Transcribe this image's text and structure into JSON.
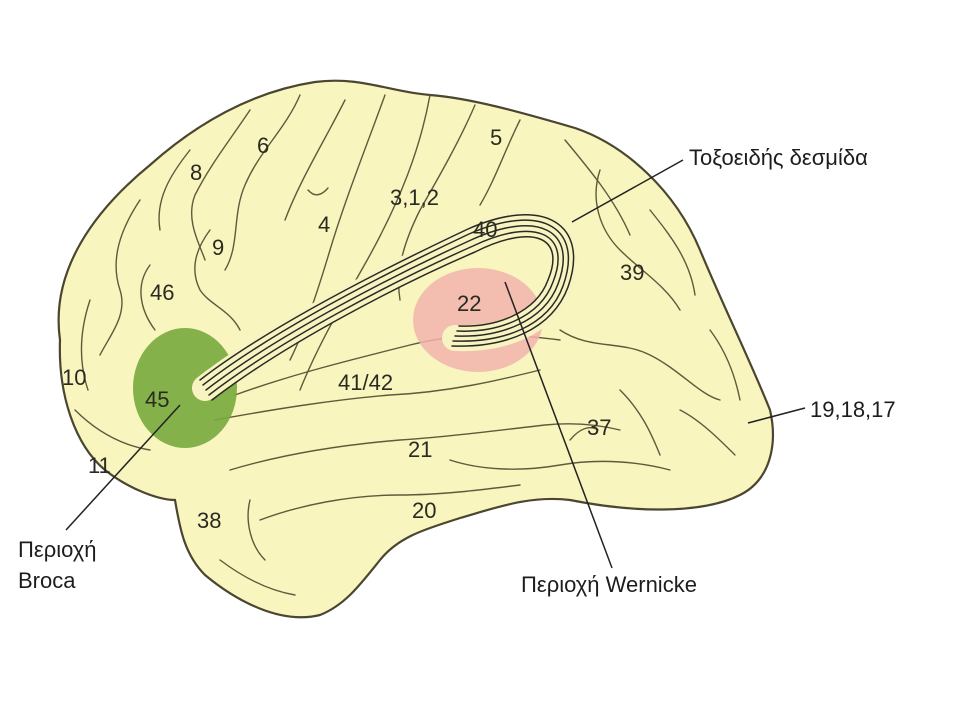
{
  "colors": {
    "brain_fill": "#f8f5bf",
    "brain_outline": "#4a4630",
    "broca": "#78aa3e",
    "wernicke": "#f2b3ac"
  },
  "areas": {
    "a8": "8",
    "a6": "6",
    "a5": "5",
    "a9": "9",
    "a4": "4",
    "a312": "3,1,2",
    "a40": "40",
    "a46": "46",
    "a39": "39",
    "a22": "22",
    "a10": "10",
    "a45": "45",
    "a4142": "41/42",
    "a37": "37",
    "a21": "21",
    "a11": "11",
    "a38": "38",
    "a20": "20"
  },
  "labels": {
    "arcuate_fasciculus": "Τοξοειδής δεσμίδα",
    "occipital": "19,18,17",
    "broca_line1": "Περιοχή",
    "broca_line2": "Broca",
    "wernicke": "Περιοχή Wernicke"
  }
}
